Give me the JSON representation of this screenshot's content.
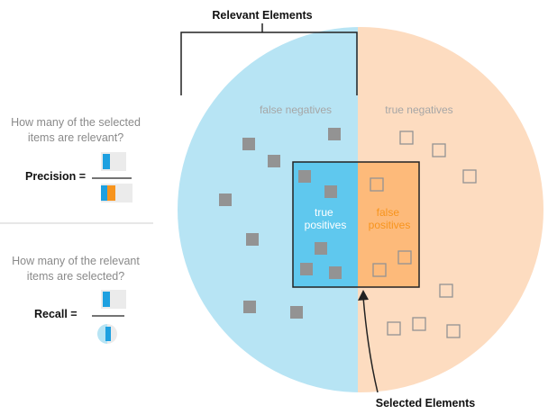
{
  "title": {
    "relevant": "Relevant Elements",
    "selected": "Selected Elements"
  },
  "region_labels": {
    "false_negatives": "false negatives",
    "true_negatives": "true negatives",
    "true_positives": [
      "true",
      "positives"
    ],
    "false_positives": [
      "false",
      "positives"
    ]
  },
  "precision": {
    "question": [
      "How many of the selected",
      "items are relevant?"
    ],
    "label": "Precision ="
  },
  "recall": {
    "question": [
      "How many of the relevant",
      "items are selected?"
    ],
    "label": "Recall ="
  },
  "colors": {
    "relevant_half": "#b7e4f4",
    "irrelevant_half": "#fddcc0",
    "selected_relevant": "#5fc8ee",
    "selected_irrelevant": "#fdba7a",
    "true_positive_text": "#ffffff",
    "false_positive_text": "#f7941d",
    "region_text": "#a6a6a6",
    "item": "#939393",
    "outline": "#222222",
    "icon_blue": "#1ea0e0",
    "icon_orange": "#f7941d",
    "icon_bg": "#ebebeb"
  }
}
